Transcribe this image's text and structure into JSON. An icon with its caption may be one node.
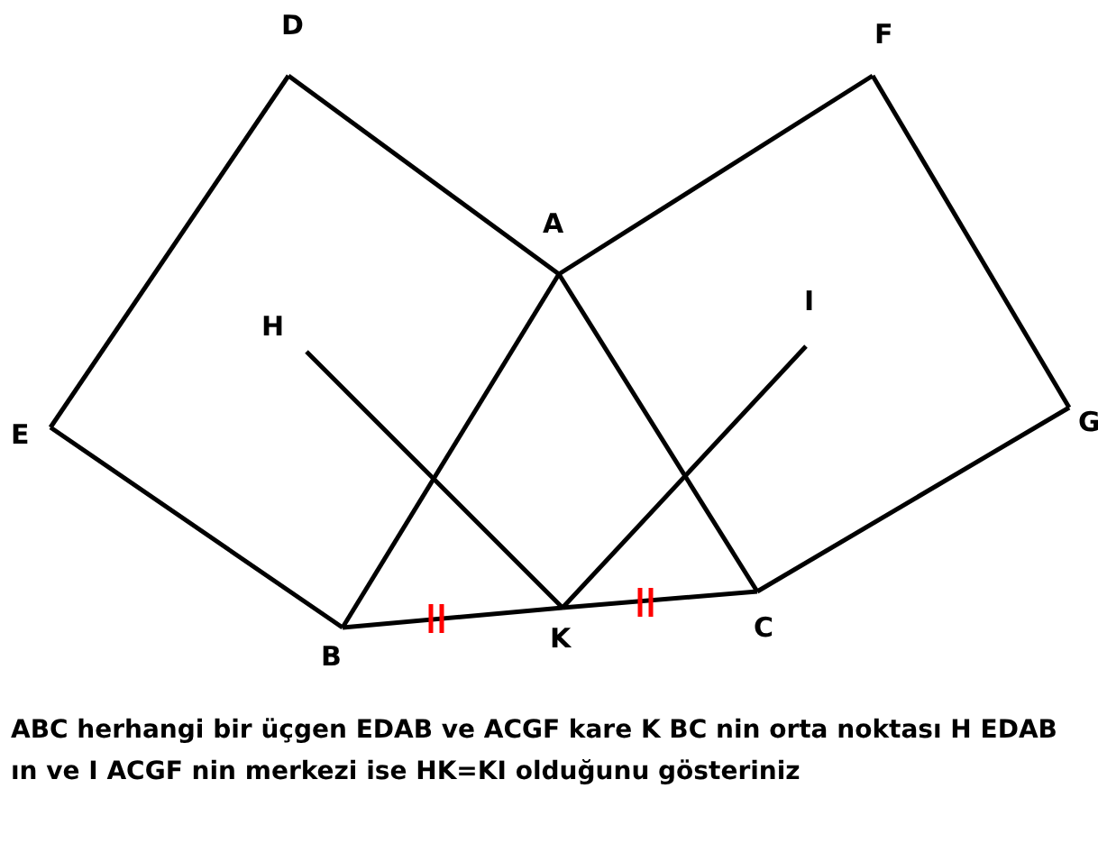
{
  "diagram": {
    "caption": "ABC herhangi bir üçgen EDAB ve ACGF kare K BC nin orta noktası H EDAB ın ve I ACGF nin merkezi ise HK=KI olduğunu gösteriniz",
    "nodes": [
      {
        "text": [
          "D"
        ]
      },
      {
        "text": [
          "F"
        ]
      },
      {
        "text": [
          "A"
        ]
      },
      {
        "text": [
          "H"
        ]
      },
      {
        "text": [
          "I"
        ]
      },
      {
        "text": [
          "E"
        ]
      },
      {
        "text": [
          "G"
        ]
      },
      {
        "text": [
          "B"
        ]
      },
      {
        "text": [
          "K"
        ]
      },
      {
        "text": [
          "C"
        ]
      }
    ],
    "edges": [
      {
        "from": 0,
        "to": 2,
        "arrow": "none"
      },
      {
        "from": 0,
        "to": 5,
        "arrow": "none"
      },
      {
        "from": 5,
        "to": 7,
        "arrow": "none"
      },
      {
        "from": 7,
        "to": 2,
        "arrow": "none"
      },
      {
        "from": 2,
        "to": 9,
        "arrow": "none"
      },
      {
        "from": 2,
        "to": 1,
        "arrow": "none"
      },
      {
        "from": 1,
        "to": 6,
        "arrow": "none"
      },
      {
        "from": 6,
        "to": 9,
        "arrow": "none"
      },
      {
        "from": 7,
        "to": 8,
        "arrow": "none"
      },
      {
        "from": 8,
        "to": 9,
        "arrow": "none"
      },
      {
        "from": 3,
        "to": 8,
        "arrow": "none"
      },
      {
        "from": 4,
        "to": 8,
        "arrow": "none"
      }
    ]
  }
}
